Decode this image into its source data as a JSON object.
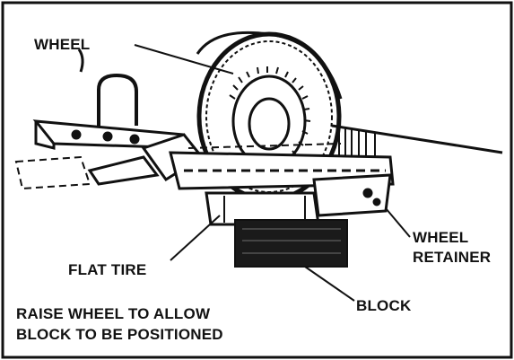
{
  "labels": {
    "wheel": "WHEEL",
    "flat_tire": "FLAT TIRE",
    "wheel_retainer_line1": "WHEEL",
    "wheel_retainer_line2": "RETAINER",
    "block": "BLOCK",
    "note_line1": "RAISE WHEEL TO ALLOW",
    "note_line2": "BLOCK TO BE POSITIONED"
  },
  "colors": {
    "ink": "#111111",
    "background": "#ffffff",
    "block_fill": "#1a1a1a"
  }
}
